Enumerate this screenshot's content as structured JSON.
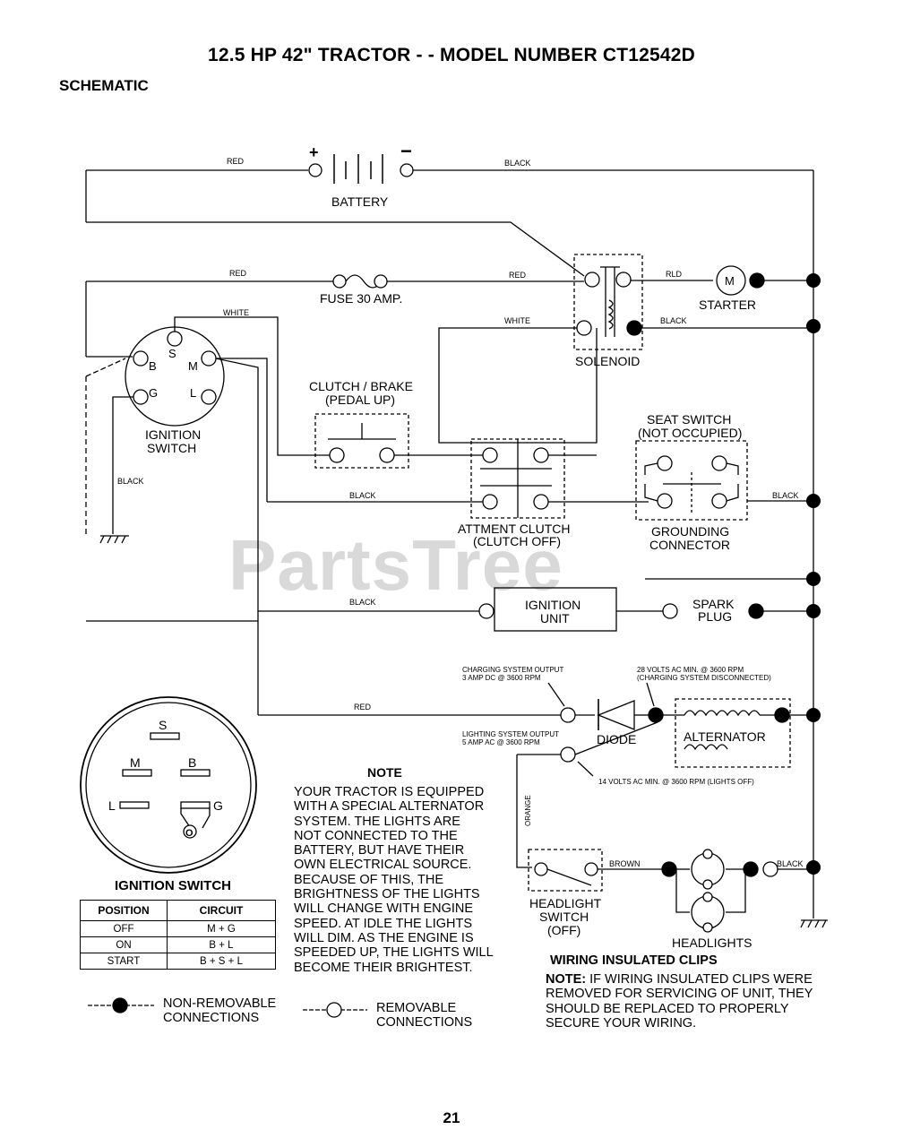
{
  "header": {
    "title": "12.5 HP 42\" TRACTOR - - MODEL NUMBER CT12542D",
    "subtitle": "SCHEMATIC"
  },
  "watermark": "PartsTree",
  "components": {
    "battery": "BATTERY",
    "battery_plus": "+",
    "battery_minus": "−",
    "fuse": "FUSE 30 AMP.",
    "solenoid": "SOLENOID",
    "starter": "STARTER",
    "starter_m": "M",
    "ignition_switch": [
      "IGNITION",
      "SWITCH"
    ],
    "clutch_brake": [
      "CLUTCH / BRAKE",
      "(PEDAL UP)"
    ],
    "attment_clutch": [
      "ATTMENT CLUTCH",
      "(CLUTCH OFF)"
    ],
    "seat_switch": [
      "SEAT SWITCH",
      "(NOT OCCUPIED)"
    ],
    "grounding_connector": [
      "GROUNDING",
      "CONNECTOR"
    ],
    "ignition_unit": [
      "IGNITION",
      "UNIT"
    ],
    "spark_plug": [
      "SPARK",
      "PLUG"
    ],
    "diode": "DIODE",
    "alternator": "ALTERNATOR",
    "headlight_switch": [
      "HEADLIGHT",
      "SWITCH",
      "(OFF)"
    ],
    "headlights": "HEADLIGHTS",
    "terminals": {
      "b": "B",
      "s": "S",
      "m": "M",
      "g": "G",
      "l": "L"
    }
  },
  "wires": {
    "red": "RED",
    "black": "BLACK",
    "white": "WHITE",
    "orange": "ORANGE",
    "brown": "BROWN",
    "rld": "RLD"
  },
  "specs": {
    "charging_output": [
      "CHARGING SYSTEM OUTPUT",
      "3 AMP DC @ 3600 RPM"
    ],
    "ac_28": [
      "28 VOLTS AC MIN. @ 3600 RPM",
      "(CHARGING SYSTEM DISCONNECTED)"
    ],
    "lighting_output": [
      "LIGHTING SYSTEM OUTPUT",
      "5 AMP AC @ 3600 RPM"
    ],
    "ac_14": "14 VOLTS AC MIN. @ 3600 RPM (LIGHTS OFF)"
  },
  "ignition_switch_detail": {
    "title": "IGNITION SWITCH",
    "terminals": {
      "s": "S",
      "m": "M",
      "b": "B",
      "l": "L",
      "g": "G",
      "o": "O"
    },
    "table": {
      "headers": [
        "POSITION",
        "CIRCUIT"
      ],
      "rows": [
        [
          "OFF",
          "M + G"
        ],
        [
          "ON",
          "B + L"
        ],
        [
          "START",
          "B + S + L"
        ]
      ]
    }
  },
  "note": {
    "heading": "NOTE",
    "body": "YOUR TRACTOR IS EQUIPPED\nWITH A SPECIAL ALTERNATOR\nSYSTEM.  THE LIGHTS ARE\nNOT CONNECTED TO  THE\nBATTERY, BUT HAVE THEIR\nOWN ELECTRICAL SOURCE.\nBECAUSE OF THIS, THE\nBRIGHTNESS OF THE LIGHTS\nWILL CHANGE WITH ENGINE\nSPEED.  AT IDLE THE LIGHTS\nWILL DIM. AS THE ENGINE IS\nSPEEDED UP, THE LIGHTS WILL\nBECOME THEIR BRIGHTEST."
  },
  "wiring_clips": {
    "heading": "WIRING INSULATED CLIPS",
    "note_label": "NOTE:",
    "body": " IF WIRING INSULATED CLIPS WERE REMOVED FOR SERVICING OF UNIT, THEY SHOULD BE REPLACED TO PROPERLY SECURE YOUR WIRING."
  },
  "legend": {
    "non_removable": "NON-REMOVABLE\nCONNECTIONS",
    "removable": "REMOVABLE\nCONNECTIONS"
  },
  "page_number": "21"
}
